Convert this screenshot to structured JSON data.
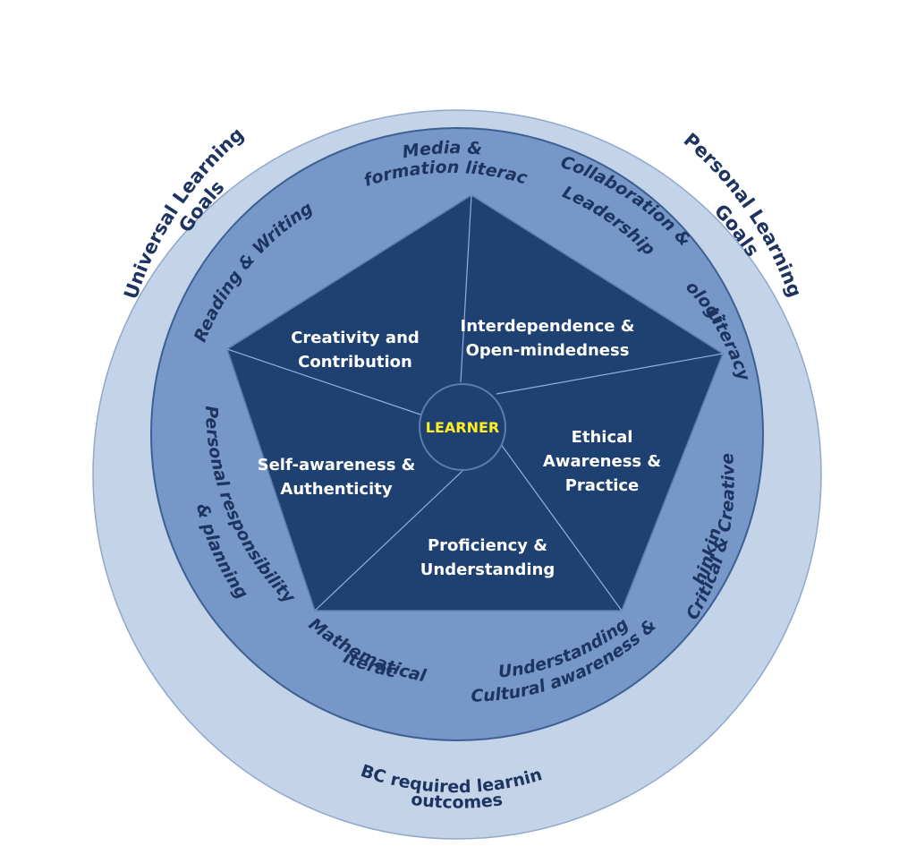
{
  "colors": {
    "outer_ring": "#c3d3e8",
    "outer_ring_stroke": "#8fa8cb",
    "middle_ring": "#7797c8",
    "middle_ring_stroke": "#3d5f94",
    "pentagon": "#1f4172",
    "pentagon_stroke": "#5a7db0",
    "divider": "#8fb0dd",
    "center_circle": "#1f4172",
    "center_circle_stroke": "#5a7db0",
    "outer_text": "#1d3461",
    "middle_text": "#1d3461",
    "segment_text": "#ffffff",
    "center_text": "#ffee22"
  },
  "outer_ring": {
    "universal_goals": [
      "Universal Learning",
      "Goals"
    ],
    "personal_goals": [
      "Personal Learning",
      "Goals"
    ],
    "bc_outcomes": [
      "BC required learning",
      "outcomes"
    ]
  },
  "middle_ring": {
    "media": [
      "Media &",
      "information literacy"
    ],
    "collaboration": [
      "Collaboration &",
      "Leadership"
    ],
    "ecological": [
      "Ecological",
      "Literacy"
    ],
    "critical": [
      "Critical & Creative",
      "Thinking"
    ],
    "cultural": [
      "Cultural awareness &",
      "Understanding"
    ],
    "mathematical": [
      "Mathematical",
      "Literacy"
    ],
    "personal_responsibility": [
      "Personal responsibility",
      "& planning"
    ],
    "reading": [
      "Reading & Writing"
    ]
  },
  "segments": {
    "creativity": [
      "Creativity and",
      "Contribution"
    ],
    "interdependence": [
      "Interdependence &",
      "Open-mindedness"
    ],
    "ethical": [
      "Ethical",
      "Awareness &",
      "Practice"
    ],
    "proficiency": [
      "Proficiency &",
      "Understanding"
    ],
    "self_awareness": [
      "Self-awareness &",
      "Authenticity"
    ]
  },
  "center": {
    "label": "LEARNER"
  }
}
